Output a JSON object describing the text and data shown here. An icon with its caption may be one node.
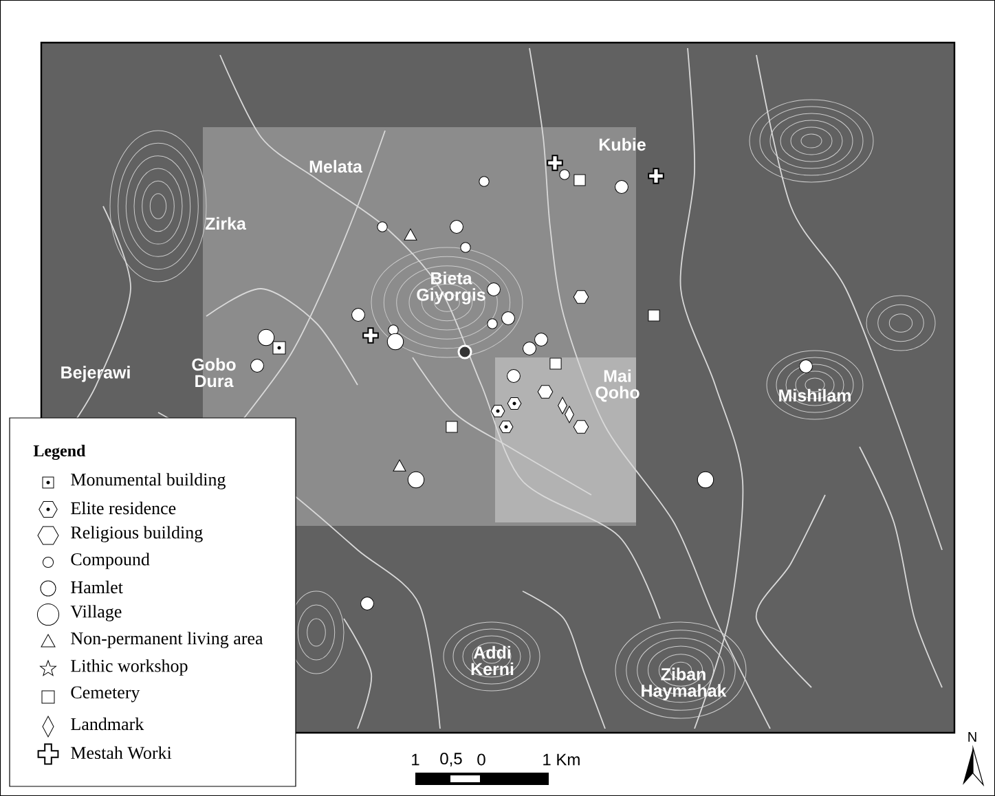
{
  "diagram": {
    "labels": [
      "Kubie",
      "Melata",
      "Zirka",
      "Bieta Giyorgis",
      "Gobo Dura",
      "Bejerawi",
      "Mai Qoho",
      "Mishilam",
      "Addi Kerni",
      "Ziban Haymahak",
      "Legend",
      "1",
      "0,5",
      "0",
      "1 Km",
      "N"
    ],
    "legend": [
      {
        "text": "Monumental building"
      },
      {
        "text": "Elite residence"
      },
      {
        "text": "Religious building"
      },
      {
        "text": "Compound"
      },
      {
        "text": "Hamlet"
      },
      {
        "text": "Village"
      },
      {
        "text": "Non-permanent living area"
      },
      {
        "text": "Lithic workshop"
      },
      {
        "text": "Cemetery"
      },
      {
        "text": "Landmark"
      },
      {
        "text": "Mestah Worki"
      }
    ]
  }
}
